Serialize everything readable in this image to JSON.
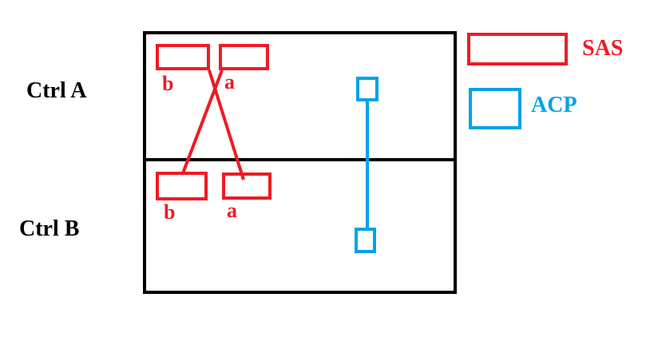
{
  "controllers": [
    {
      "label": "Ctrl A",
      "ports": [
        {
          "label": "b"
        },
        {
          "label": "a"
        }
      ]
    },
    {
      "label": "Ctrl B",
      "ports": [
        {
          "label": "b"
        },
        {
          "label": "a"
        }
      ]
    }
  ],
  "legend": [
    {
      "label": "SAS",
      "color": "#ed1c24"
    },
    {
      "label": "ACP",
      "color": "#00a2e8"
    }
  ],
  "colors": {
    "sas": "#ed1c24",
    "acp": "#00a2e8",
    "frame": "#000000"
  }
}
